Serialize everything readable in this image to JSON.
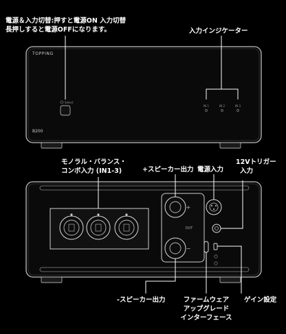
{
  "callouts": {
    "power_switch": [
      "電源＆入力切替:押すと電源ON 入力切替",
      "長押しすると電源OFFになります。"
    ],
    "input_indicator": "入力インジケーター",
    "combo_inputs": [
      "モノラル・バランス・",
      "コンボ入力 (IN1-3)"
    ],
    "speaker_out_plus": "+スピーカー出力",
    "power_input": "電源入力",
    "trigger": [
      "12Vトリガー",
      "入力"
    ],
    "speaker_out_minus": "-スピーカー出力",
    "firmware": [
      "ファームウェア",
      "アップグレード",
      "インターフェース"
    ],
    "gain": "ゲイン設定"
  },
  "front_panel": {
    "brand": "TOPPING",
    "model": "B200",
    "button_label": "Select",
    "indicators": [
      "IN 1",
      "IN 2",
      "IN 3"
    ]
  },
  "rear_panel": {
    "out_label": "OUT",
    "plus": "+",
    "minus": "−"
  }
}
